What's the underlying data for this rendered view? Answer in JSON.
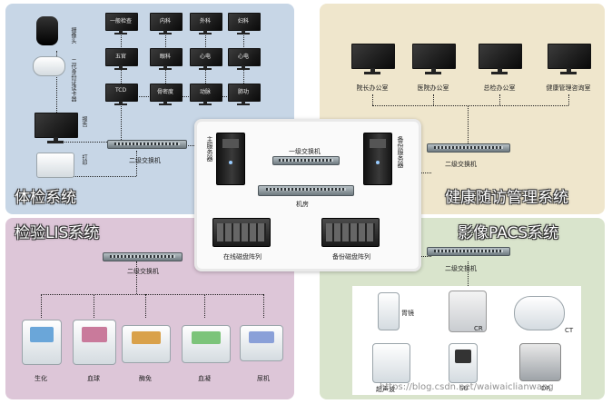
{
  "titles": {
    "tijian": "体检系统",
    "jiankang": "健康随访管理系统",
    "jianyan": "检验LIS系统",
    "yingxiang": "影像PACS系统"
  },
  "tijian": {
    "camera": "摄像头",
    "id_reader": "二代身份证读卡器",
    "rooms": [
      "一般检查",
      "内科",
      "外科",
      "妇科",
      "五官",
      "眼科",
      "心电",
      "心电",
      "TCD",
      "骨密度",
      "动脉",
      "肺功"
    ],
    "baogao": "报告",
    "dayin": "打印",
    "switch": "二级交换机"
  },
  "jiankang": {
    "offices": [
      "院长办公室",
      "医院办公室",
      "总检办公室",
      "健康管理咨询室"
    ],
    "switch": "二级交换机"
  },
  "center": {
    "main_server": "主服务器",
    "backup_server": "备份服务器",
    "level1_switch": "一级交换机",
    "machine_room": "机房",
    "online_storage": "在线磁盘阵列",
    "backup_storage": "备份磁盘阵列"
  },
  "jianyan": {
    "switch": "二级交换机",
    "devices": [
      "生化",
      "血球",
      "酶免",
      "血凝",
      "尿机"
    ]
  },
  "yingxiang": {
    "switch": "二级交换机",
    "devices": [
      "胃镜",
      "CR",
      "CT",
      "超声波",
      "SU",
      "DR"
    ]
  },
  "watermark": "https://blog.csdn.net/waiwaiclianwang"
}
